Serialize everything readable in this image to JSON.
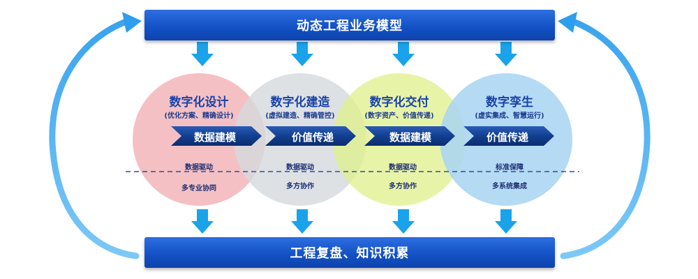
{
  "top_banner": {
    "title": "动态工程业务模型"
  },
  "bottom_banner": {
    "title": "工程复盘、知识积累"
  },
  "stages": [
    {
      "title": "数字化设计",
      "subtitle": "(优化方案、精确设计)",
      "chevron": "数据建模",
      "note_upper": "数据驱动",
      "note_lower": "多专业协同",
      "color": "#f3b5b9"
    },
    {
      "title": "数字化建造",
      "subtitle": "(虚拟建造、精确管控)",
      "chevron": "价值传递",
      "note_upper": "数据驱动",
      "note_lower": "多方协作",
      "color": "#d4d9dd"
    },
    {
      "title": "数字化交付",
      "subtitle": "(数字资产、价值传递)",
      "chevron": "数据建模",
      "note_upper": "数据驱动",
      "note_lower": "多方协作",
      "color": "#dff08a"
    },
    {
      "title": "数字孪生",
      "subtitle": "(虚实集成、智慧运行)",
      "chevron": "价值传递",
      "note_upper": "标准保障",
      "note_lower": "多系统集成",
      "color": "#a7d3f2"
    }
  ],
  "colors": {
    "banner": "#1452c6",
    "arrow": "#1aa3ea",
    "chevron": "#103a86",
    "title_text": "#1a43a8",
    "divider": "#2a4f9e"
  }
}
